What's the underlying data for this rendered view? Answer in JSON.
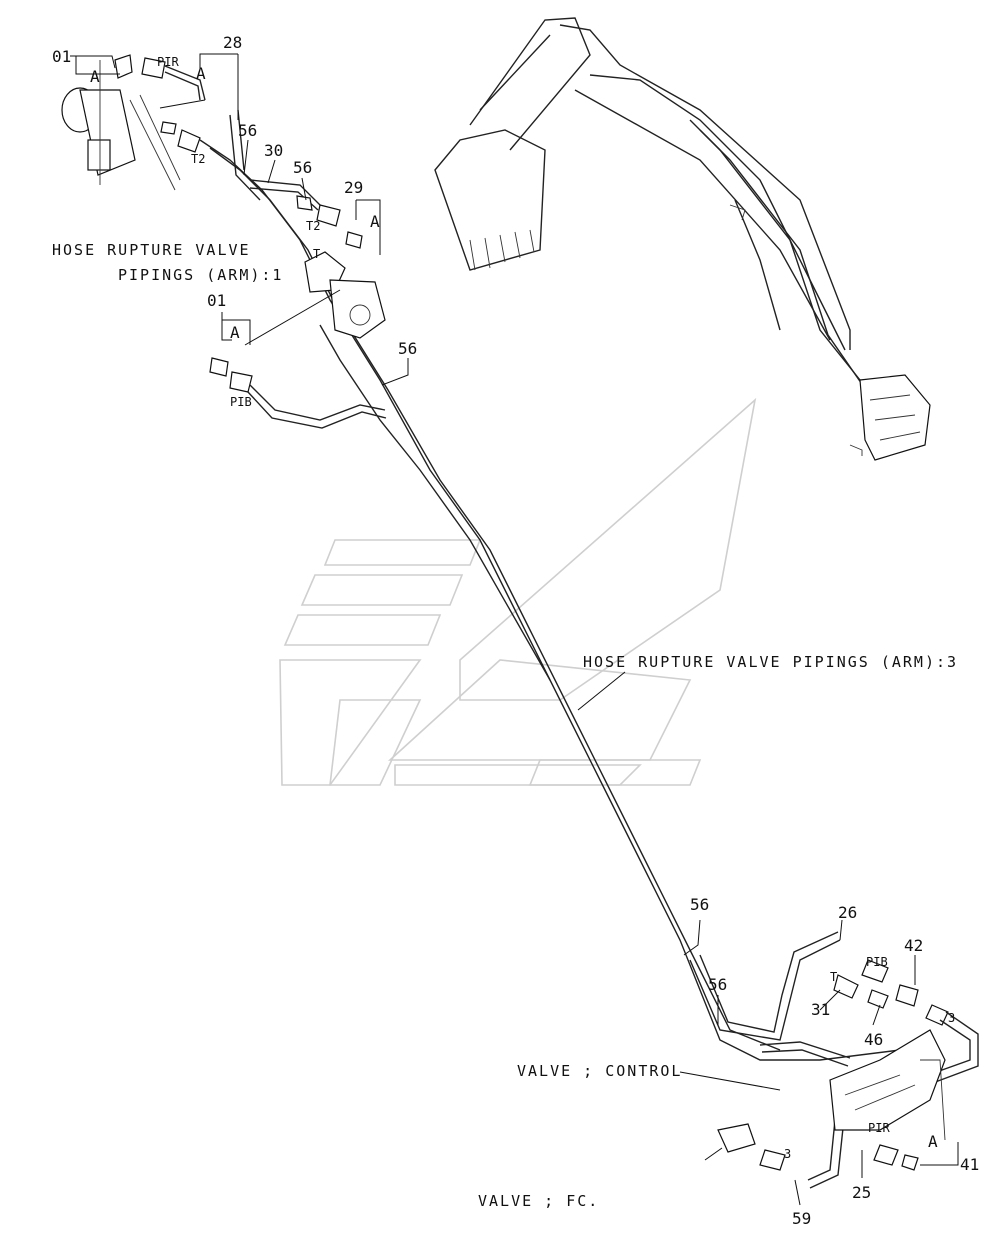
{
  "labels": {
    "l01_top": "01",
    "l01_mid": "01",
    "l28": "28",
    "l56_a": "56",
    "l30": "30",
    "l56_b": "56",
    "l29": "29",
    "l56_c": "56",
    "l56_d": "56",
    "l56_e": "56",
    "l26": "26",
    "l42": "42",
    "l31": "31",
    "l46": "46",
    "l41": "41",
    "l25": "25",
    "l59": "59"
  },
  "markers": {
    "a_top": "A",
    "a_28": "A",
    "a_29": "A",
    "a_mid": "A",
    "a_41": "A"
  },
  "ports": {
    "pir_top": "PIR",
    "t2_a": "T2",
    "t2_b": "T2",
    "t_mid": "T",
    "pib_mid": "PIB",
    "pib_low": "PIB",
    "t_low": "T",
    "p3_a": "3",
    "pir_low": "PIR",
    "p3_b": "3"
  },
  "callouts": {
    "hrv_arm1_line1": "HOSE RUPTURE VALVE",
    "hrv_arm1_line2": "PIPINGS (ARM):1",
    "hrv_arm3": "HOSE RUPTURE VALVE PIPINGS (ARM):3",
    "valve_control": "VALVE ; CONTROL",
    "valve_fc": "VALVE ; FC."
  }
}
